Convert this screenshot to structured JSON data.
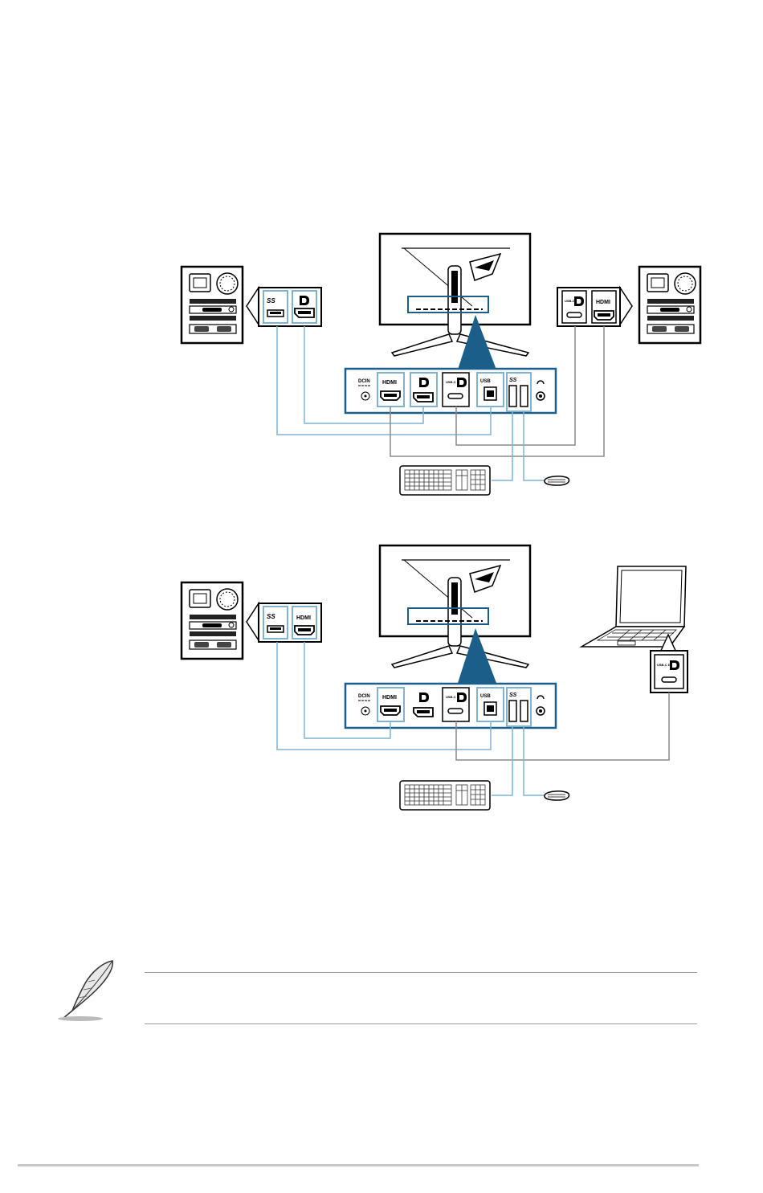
{
  "diagrams": [
    {
      "id": "top",
      "monitor_ports": [
        {
          "key": "dcin",
          "label": "DCIN"
        },
        {
          "key": "hdmi",
          "label": "HDMI"
        },
        {
          "key": "dp",
          "label": "DP"
        },
        {
          "key": "usbc",
          "label": "USB-C DP"
        },
        {
          "key": "usbb",
          "label": "USB"
        },
        {
          "key": "usba",
          "label": "SS"
        },
        {
          "key": "audio",
          "label": "headphone"
        }
      ],
      "left_device": {
        "type": "pc",
        "ports": [
          {
            "label": "SS"
          },
          {
            "label": "DP"
          }
        ]
      },
      "right_device": {
        "type": "pc",
        "ports": [
          {
            "label": "USB-C DP"
          },
          {
            "label": "HDMI"
          }
        ]
      }
    },
    {
      "id": "bottom",
      "left_device": {
        "type": "pc",
        "ports": [
          {
            "label": "SS"
          },
          {
            "label": "HDMI"
          }
        ]
      },
      "right_device": {
        "type": "laptop",
        "ports": [
          {
            "label": "USB-C DP"
          }
        ]
      }
    }
  ],
  "icons": {
    "note": "feather-pen-icon",
    "keyboard": "keyboard-icon",
    "mouse": "mouse-icon",
    "headphone": "headphone-icon"
  },
  "colors": {
    "accent_blue": "#1b5e8a",
    "cable_blue": "#7fb3d0",
    "cable_gray": "#8a8a8a",
    "rule_gray": "#9a9a9a"
  }
}
